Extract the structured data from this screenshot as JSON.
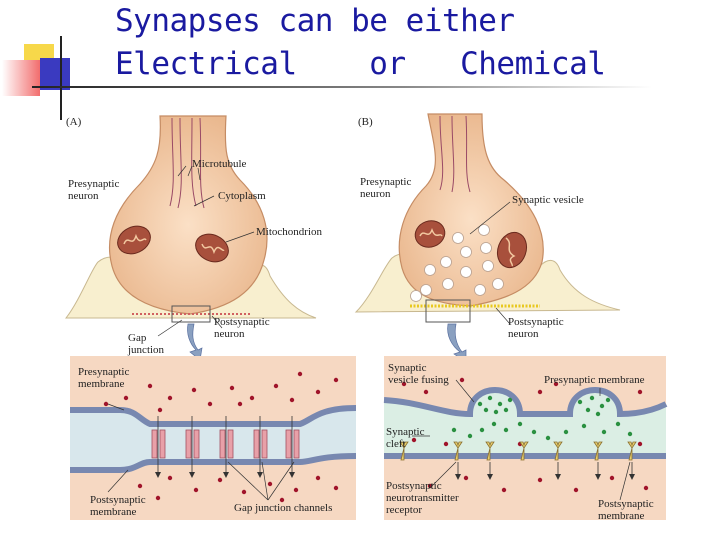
{
  "slide": {
    "title_line1": "Synapses can be either",
    "title_line2": "Electrical    or   Chemical"
  },
  "panel_a": {
    "letter": "(A)",
    "presynaptic_neuron": "Presynaptic\nneuron",
    "microtubule": "Microtubule",
    "cytoplasm": "Cytoplasm",
    "mitochondrion": "Mitochondrion",
    "gap_junction": "Gap\njunction",
    "postsynaptic_neuron": "Postsynaptic\nneuron",
    "presynaptic_membrane": "Presynaptic\nmembrane",
    "postsynaptic_membrane": "Postsynaptic\nmembrane",
    "gap_junction_channels": "Gap junction channels"
  },
  "panel_b": {
    "letter": "(B)",
    "presynaptic_neuron": "Presynaptic\nneuron",
    "synaptic_vesicle": "Synaptic vesicle",
    "postsynaptic_neuron": "Postsynaptic\nneuron",
    "synaptic_vesicle_fusing": "Synaptic\nvesicle fusing",
    "presynaptic_membrane": "Presynaptic membrane",
    "synaptic_cleft": "Synaptic\ncleft",
    "postsynaptic_receptor": "Postsynaptic\nneurotransmitter\nreceptor",
    "postsynaptic_membrane": "Postsynaptic\nmembrane"
  },
  "colors": {
    "title": "#1a1aa0",
    "neuron_fill": "#f2c8a0",
    "postsynaptic_fill": "#f8efcf",
    "membrane": "#7888b0",
    "cleft": "#d8e7ec",
    "inset_bg": "#f6d8c2",
    "transmitter_dot": "#a0142a",
    "vesicle_green": "#2a9040",
    "receptor": "#e8d070"
  }
}
